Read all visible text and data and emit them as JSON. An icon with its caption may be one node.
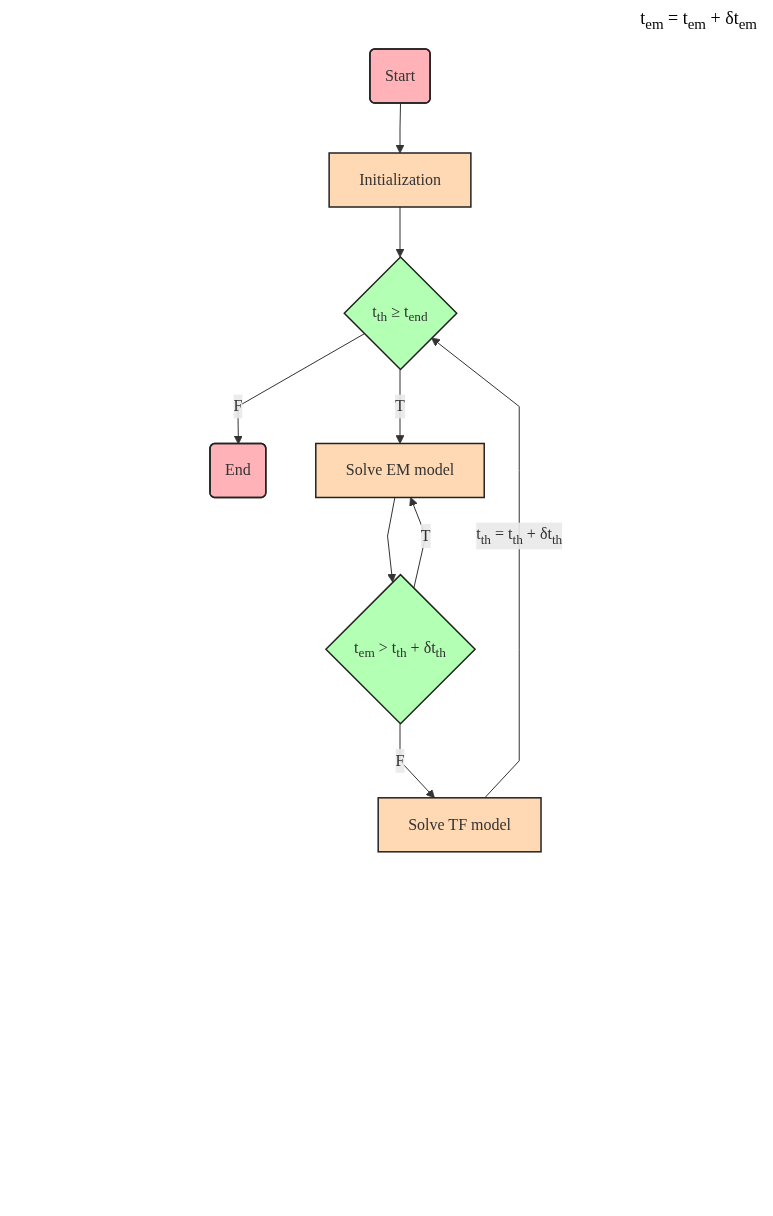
{
  "diagram": {
    "nodes": [
      {
        "text": [
          "Start"
        ]
      },
      {
        "text": [
          "Initialization"
        ]
      },
      {
        "text": [
          "t$_{th}$ ≥ t$_{end}$"
        ]
      },
      {
        "text": [
          "End"
        ]
      },
      {
        "text": [
          "Solve EM model"
        ]
      },
      {
        "text": [
          "t$_{em}$ > t$_{th}$ + δt$_{th}$"
        ]
      },
      {
        "text": [
          "Solve TF model"
        ]
      }
    ],
    "edges": [
      {
        "from": 0,
        "to": 1,
        "arrow": "to"
      },
      {
        "from": 1,
        "to": 2,
        "arrow": "to"
      },
      {
        "from": 2,
        "to": 3,
        "arrow": "to",
        "label": "F"
      },
      {
        "from": 2,
        "to": 4,
        "arrow": "to",
        "label": "T"
      },
      {
        "from": 4,
        "to": 5,
        "arrow": "to"
      },
      {
        "from": 5,
        "to": 4,
        "arrow": "to",
        "label": "T"
      },
      {
        "from": 5,
        "to": 6,
        "arrow": "to",
        "label": "F"
      },
      {
        "from": 6,
        "to": 2,
        "arrow": "to",
        "label": "t$_{th}$ = t$_{th}$ + δt$_{th}$"
      }
    ],
    "labels": [
      "t$_{em}$ = t$_{em}$ + δt$_{em}$"
    ]
  }
}
